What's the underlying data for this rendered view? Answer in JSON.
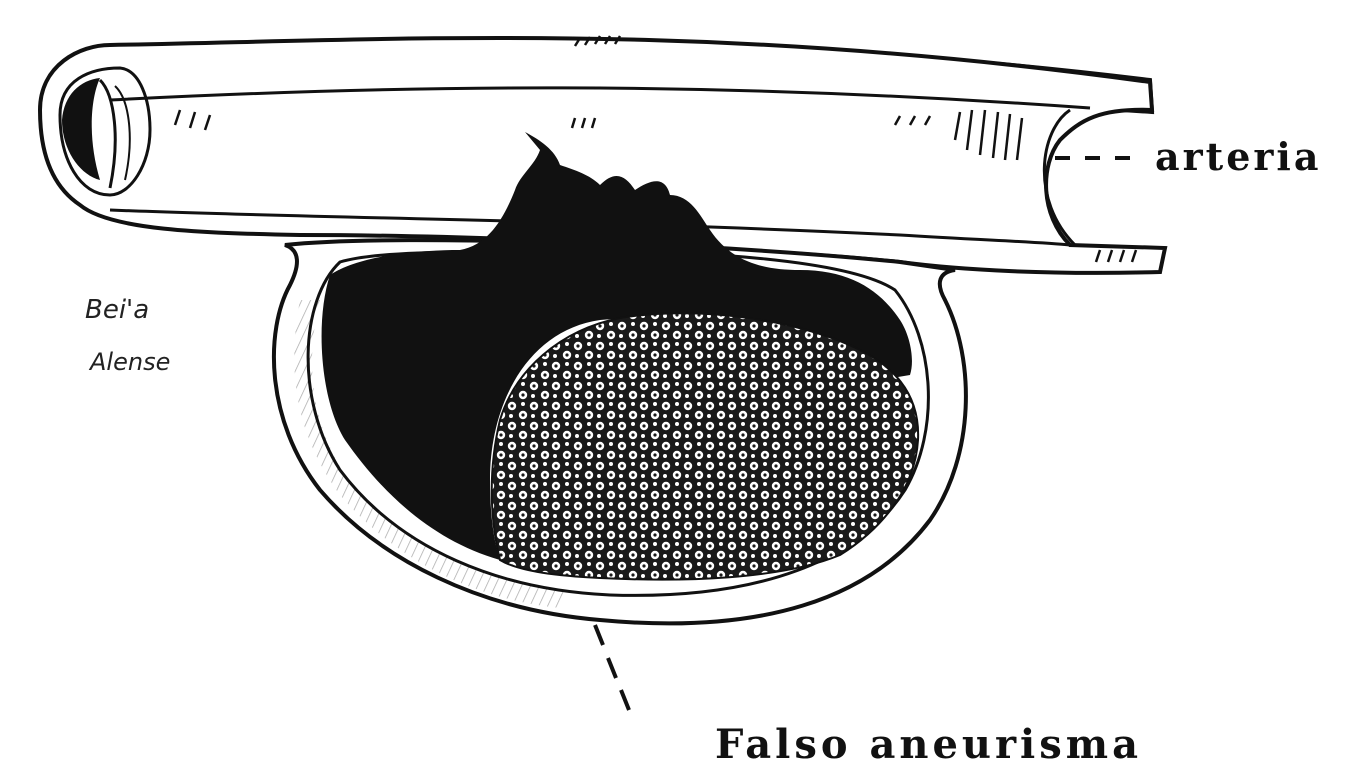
{
  "labels": {
    "artery": "arteria",
    "false_aneurysm": "Falso aneurisma"
  },
  "signature": {
    "line1": "Bei'a",
    "line2": "Alense"
  },
  "colors": {
    "ink": "#111111",
    "paper": "#ffffff",
    "clot_fill": "#d8d8d8"
  }
}
